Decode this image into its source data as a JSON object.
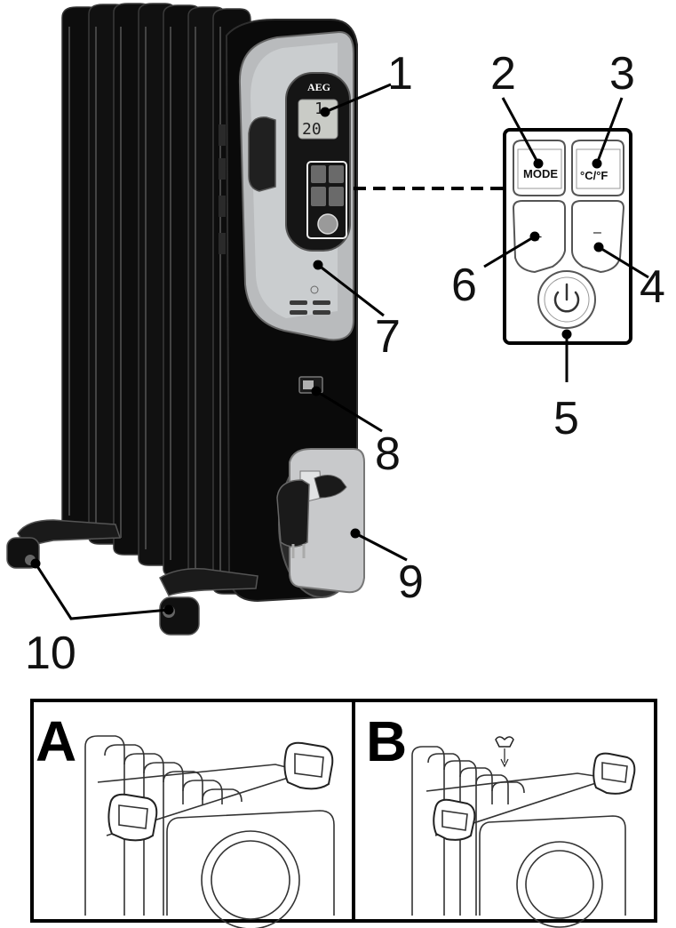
{
  "heater": {
    "brand": "AEG",
    "display_value": "20",
    "display_small": "1"
  },
  "control_panel": {
    "mode_label": "MODE",
    "unit_label": "°C/°F",
    "plus_label": "+",
    "minus_label": "–"
  },
  "callouts": [
    "1",
    "2",
    "3",
    "4",
    "5",
    "6",
    "7",
    "8",
    "9",
    "10"
  ],
  "panels": {
    "a_label": "A",
    "b_label": "B"
  }
}
